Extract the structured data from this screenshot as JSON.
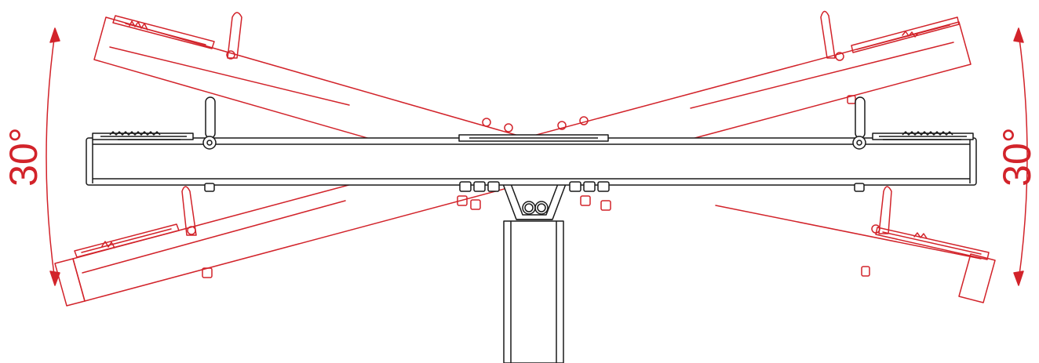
{
  "diagram": {
    "left_angle_label": "30°",
    "right_angle_label": "30°",
    "tilt_angle_deg": 15
  },
  "colors": {
    "tilted_outline": "#d2232a",
    "level_outline": "#1a1a1a",
    "background": "#ffffff"
  }
}
